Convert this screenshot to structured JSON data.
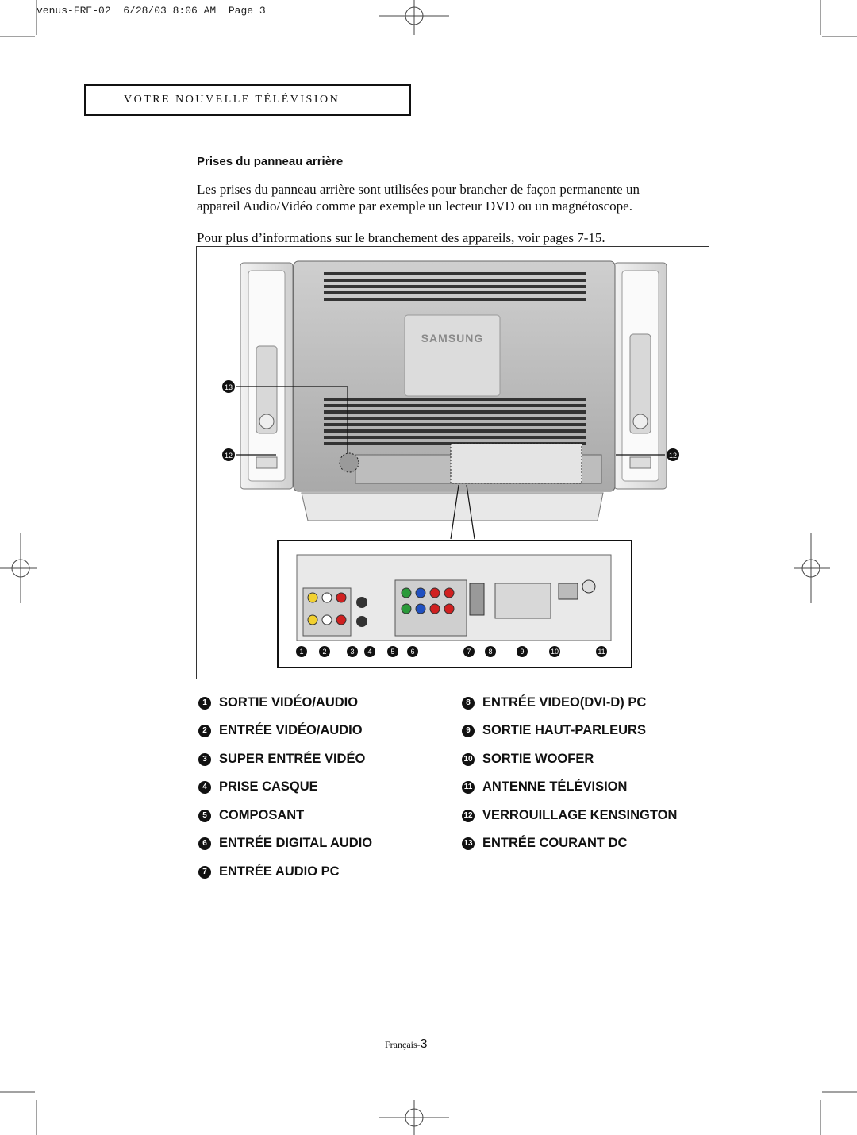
{
  "slug": "venus-FRE-02  6/28/03 8:06 AM  Page 3",
  "header_title": "Votre Nouvelle Télévision",
  "section_title": "Prises du panneau arrière",
  "paragraphs": [
    "Les prises du panneau arrière sont utilisées pour brancher de façon permanente un appareil Audio/Vidéo comme par exemple un lecteur DVD ou un magnétoscope.",
    "Pour plus d’informations sur le branchement des appareils, voir pages 7-15."
  ],
  "figure": {
    "brand": "SAMSUNG",
    "callouts_bottom": [
      "1",
      "2",
      "3",
      "4",
      "5",
      "6",
      "7",
      "8",
      "9",
      "10",
      "11"
    ],
    "callout_12": "12",
    "callout_13": "13"
  },
  "legend": {
    "left": [
      {
        "num": "1",
        "text": "SORTIE VIDÉO/AUDIO"
      },
      {
        "num": "2",
        "text": "ENTRÉE VIDÉO/AUDIO"
      },
      {
        "num": "3",
        "text": "SUPER ENTRÉE VIDÉO"
      },
      {
        "num": "4",
        "text": "PRISE CASQUE"
      },
      {
        "num": "5",
        "text": "COMPOSANT"
      },
      {
        "num": "6",
        "text": "ENTRÉE DIGITAL AUDIO"
      },
      {
        "num": "7",
        "text": "ENTRÉE AUDIO PC"
      }
    ],
    "right": [
      {
        "num": "8",
        "text": "ENTRÉE VIDEO(DVI-D) PC"
      },
      {
        "num": "9",
        "text": "SORTIE HAUT-PARLEURS"
      },
      {
        "num": "10",
        "text": "SORTIE WOOFER"
      },
      {
        "num": "11",
        "text": "ANTENNE TÉLÉVISION"
      },
      {
        "num": "12",
        "text": "VERROUILLAGE KENSINGTON"
      },
      {
        "num": "13",
        "text": "ENTRÉE COURANT DC"
      }
    ]
  },
  "footer": {
    "word": "Français-",
    "page": "3"
  }
}
